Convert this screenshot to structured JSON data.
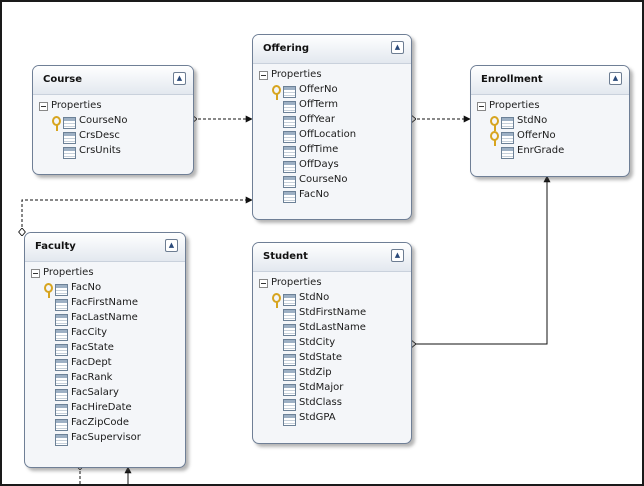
{
  "section_label": "Properties",
  "entities": {
    "course": {
      "title": "Course",
      "properties": [
        "CourseNo",
        "CrsDesc",
        "CrsUnits"
      ],
      "keys": [
        "CourseNo"
      ]
    },
    "offering": {
      "title": "Offering",
      "properties": [
        "OfferNo",
        "OffTerm",
        "OffYear",
        "OffLocation",
        "OffTime",
        "OffDays",
        "CourseNo",
        "FacNo"
      ],
      "keys": [
        "OfferNo"
      ]
    },
    "enrollment": {
      "title": "Enrollment",
      "properties": [
        "StdNo",
        "OfferNo",
        "EnrGrade"
      ],
      "keys": [
        "StdNo",
        "OfferNo"
      ]
    },
    "faculty": {
      "title": "Faculty",
      "properties": [
        "FacNo",
        "FacFirstName",
        "FacLastName",
        "FacCity",
        "FacState",
        "FacDept",
        "FacRank",
        "FacSalary",
        "FacHireDate",
        "FacZipCode",
        "FacSupervisor"
      ],
      "keys": [
        "FacNo"
      ]
    },
    "student": {
      "title": "Student",
      "properties": [
        "StdNo",
        "StdFirstName",
        "StdLastName",
        "StdCity",
        "StdState",
        "StdZip",
        "StdMajor",
        "StdClass",
        "StdGPA"
      ],
      "keys": [
        "StdNo"
      ]
    }
  },
  "icons": {
    "collapse": "double-chevron-up-icon",
    "section": "minus-box-icon",
    "key": "key-icon",
    "property": "property-icon"
  },
  "colors": {
    "border": "#6f7f96",
    "header_top": "#ffffff",
    "header_bottom": "#e3e8ef",
    "body": "#f4f6f9",
    "key": "#d7a520",
    "connector": "#111111"
  }
}
